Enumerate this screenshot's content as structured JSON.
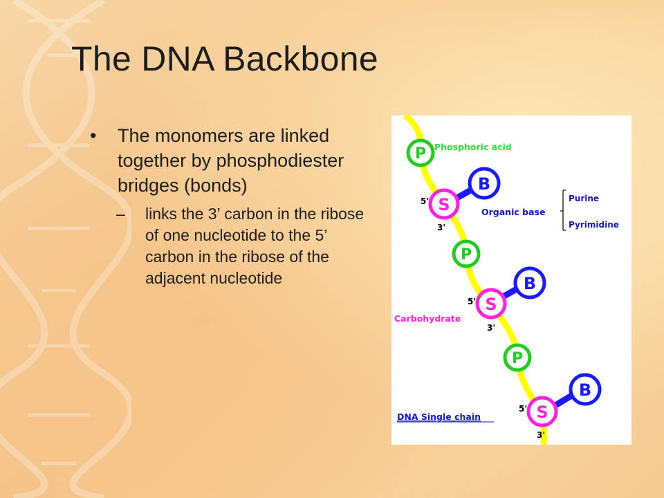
{
  "slide": {
    "title": "The DNA Backbone",
    "bullet": "The monomers are linked together by phosphodiester bridges (bonds)",
    "sub_bullet": "links the 3’ carbon in the ribose of one nucleotide to the 5’ carbon in the ribose of the adjacent nucleotide",
    "bullet_mark": "•",
    "sub_bullet_mark": "–"
  },
  "diagram": {
    "phosphate_letter": "P",
    "sugar_letter": "S",
    "base_letter": "B",
    "phosphoric_acid_label": "Phosphoric acid",
    "organic_base_label": "Organic base",
    "purine_label": "Purine",
    "pyrimidine_label": "Pyrimidine",
    "carbohydrate_label": "Carbohydrate",
    "five_prime": "5'",
    "three_prime": "3'",
    "chain_label": "DNA Single chain"
  },
  "colors": {
    "phosphate": "#22cc22",
    "sugar": "#ff22dd",
    "base": "#1a1aff",
    "backbone": "#ffff00",
    "label_green": "#33dd33",
    "label_blue": "#1515c8",
    "label_magenta": "#ff22dd"
  }
}
